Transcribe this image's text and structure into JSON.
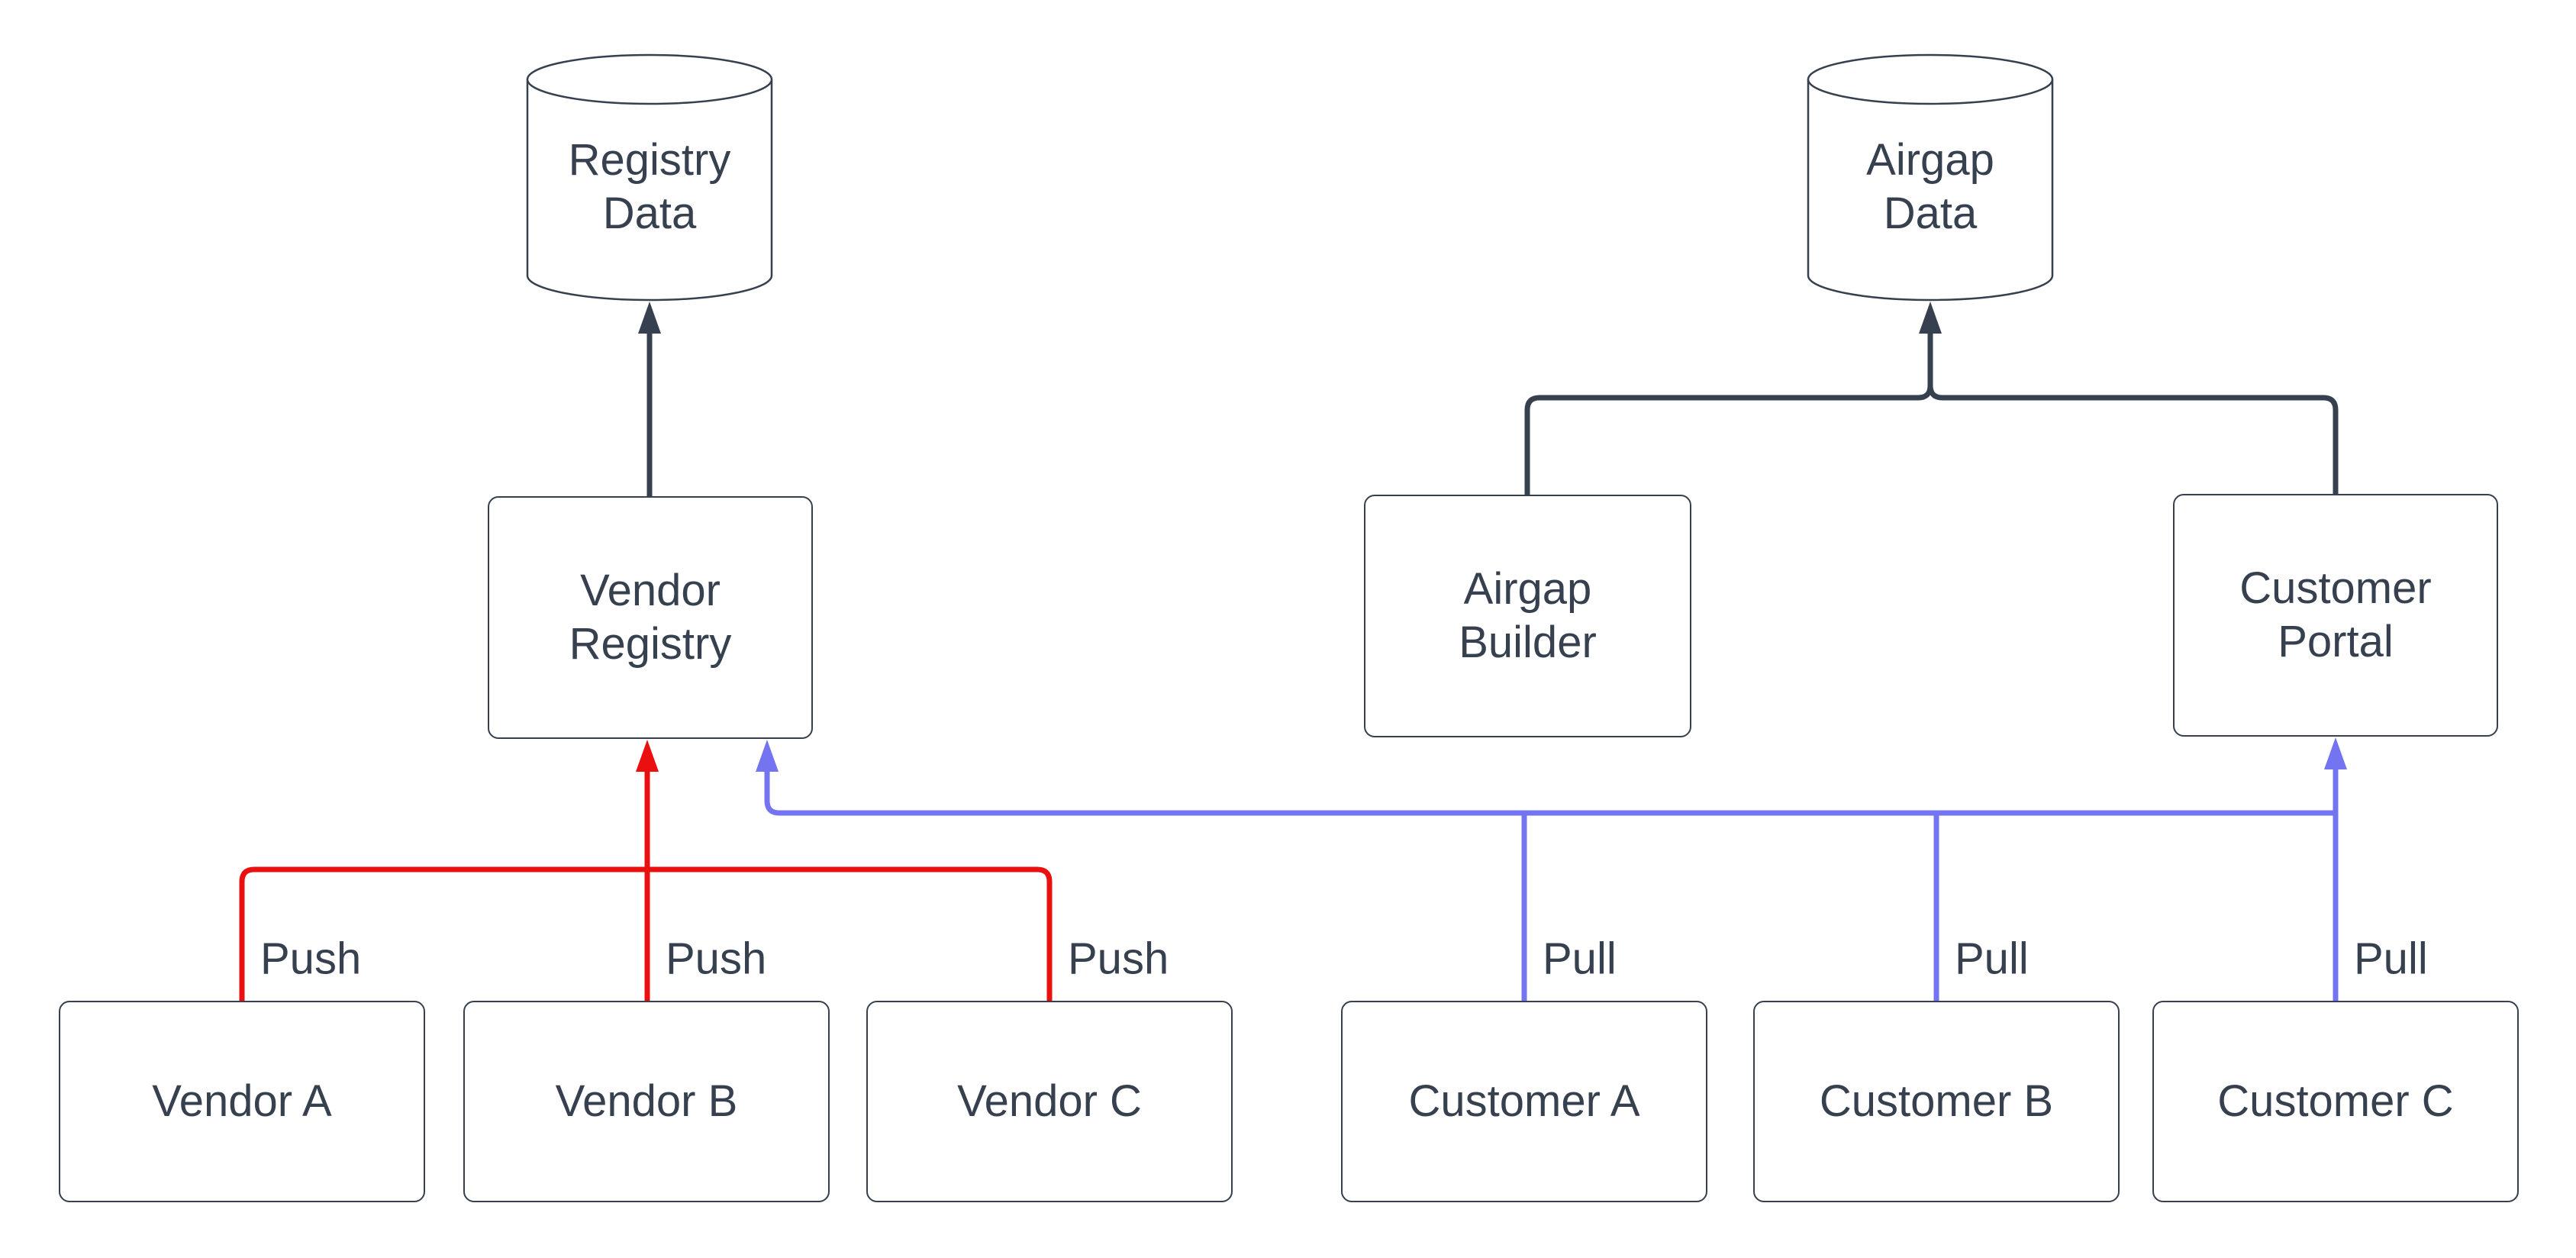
{
  "diagram": {
    "colors": {
      "dark": "#36404E",
      "red": "#EB1010",
      "blue": "#7474F0",
      "text": "#36404E",
      "node_fill": "#ffffff",
      "background": "#ffffff"
    },
    "cylinders": {
      "registry_data": {
        "line1": "Registry",
        "line2": "Data"
      },
      "airgap_data": {
        "line1": "Airgap",
        "line2": "Data"
      }
    },
    "nodes": {
      "vendor_registry": {
        "line1": "Vendor",
        "line2": "Registry"
      },
      "airgap_builder": {
        "line1": "Airgap",
        "line2": "Builder"
      },
      "customer_portal": {
        "line1": "Customer",
        "line2": "Portal"
      },
      "vendor_a": {
        "label": "Vendor A"
      },
      "vendor_b": {
        "label": "Vendor B"
      },
      "vendor_c": {
        "label": "Vendor C"
      },
      "customer_a": {
        "label": "Customer A"
      },
      "customer_b": {
        "label": "Customer B"
      },
      "customer_c": {
        "label": "Customer C"
      }
    },
    "edge_labels": {
      "push": [
        "Push",
        "Push",
        "Push"
      ],
      "pull": [
        "Pull",
        "Pull",
        "Pull"
      ]
    }
  }
}
